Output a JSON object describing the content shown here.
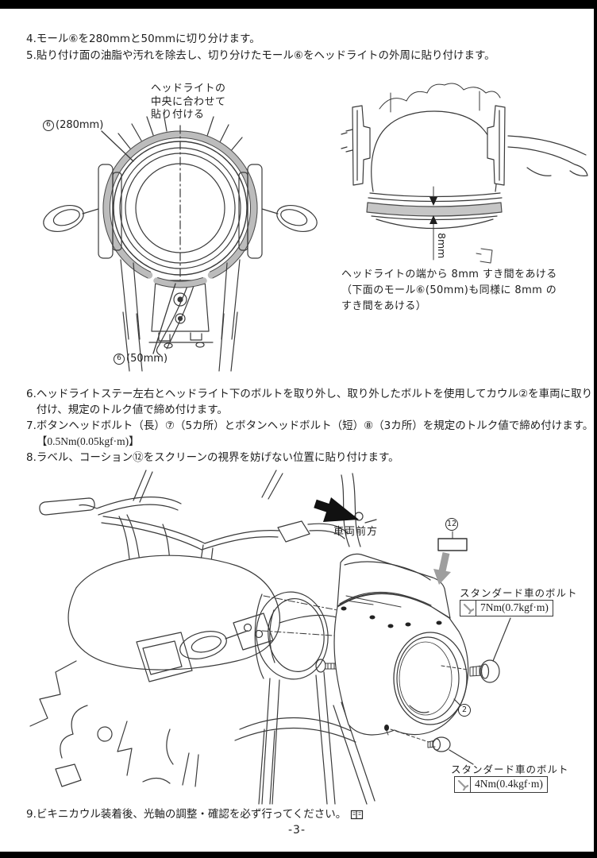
{
  "page": {
    "number": "-3-"
  },
  "steps_top": [
    {
      "num": "4.",
      "lines": [
        "モール⑥を280mmと50mmに切り分けます。"
      ]
    },
    {
      "num": "5.",
      "lines": [
        "貼り付け面の油脂や汚れを除去し、切り分けたモール⑥をヘッドライトの外周に貼り付けます。"
      ]
    }
  ],
  "figure_headlight_front": {
    "align_note_lines": [
      "ヘッドライトの",
      "中央に合わせて",
      "貼り付ける"
    ],
    "mole_280_ref": "6",
    "mole_280_size": "(280mm)",
    "mole_50_ref": "6",
    "mole_50_size": "(50mm)"
  },
  "figure_headlight_top": {
    "gap_dim": "8mm",
    "gap_note_lines": [
      "ヘッドライトの端から 8mm すき間をあける",
      "（下面のモール⑥(50mm)も同様に 8mm の",
      "すき間をあける）"
    ]
  },
  "steps_mid": [
    {
      "num": "6.",
      "lines": [
        "ヘッドライトステー左右とヘッドライト下のボルトを取り外し、取り外したボルトを使用してカウル②を車両に取り",
        "付け、規定のトルク値で締め付けます。"
      ]
    },
    {
      "num": "7.",
      "lines": [
        "ボタンヘッドボルト（長）⑦（5カ所）とボタンヘッドボルト（短）⑧（3カ所）を規定のトルク値で締め付けます。"
      ],
      "torque": "【0.5Nm(0.05kgf·m)】"
    },
    {
      "num": "8.",
      "lines": [
        "ラベル、コーション⑫をスクリーンの視界を妨げない位置に貼り付けます。"
      ]
    }
  ],
  "figure_install": {
    "front_direction_label": "車両前方",
    "caution_ref": "12",
    "cowl_ref": "2",
    "bolt_upper_label": "スタンダード車のボルト",
    "bolt_upper_torque": "7Nm(0.7kgf·m)",
    "bolt_lower_label": "スタンダード車のボルト",
    "bolt_lower_torque": "4Nm(0.4kgf·m)"
  },
  "step_final": {
    "num": "9.",
    "text": "ビキニカウル装着後、光軸の調整・確認を必ず行ってください。"
  },
  "colors": {
    "mole_gray": "#bcbcbc",
    "arrow_gray": "#9e9e9e",
    "ink": "#3a3a3a"
  }
}
